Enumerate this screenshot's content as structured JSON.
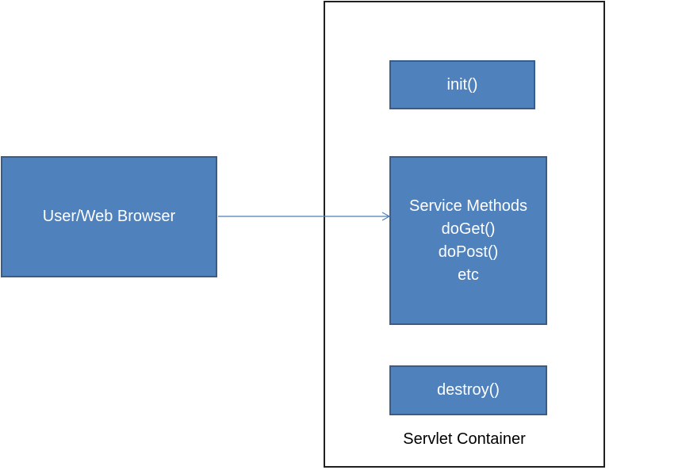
{
  "diagram": {
    "browser_label": "User/Web Browser",
    "init_label": "init()",
    "service": {
      "lines": [
        "Service Methods",
        "doGet()",
        "doPost()",
        "etc"
      ]
    },
    "destroy_label": "destroy()",
    "container_label": "Servlet Container"
  },
  "colors": {
    "box_fill": "#4f81bd",
    "box_border": "#385d8a",
    "arrow": "#4a7ebb",
    "container_border": "#1f1f1f"
  }
}
